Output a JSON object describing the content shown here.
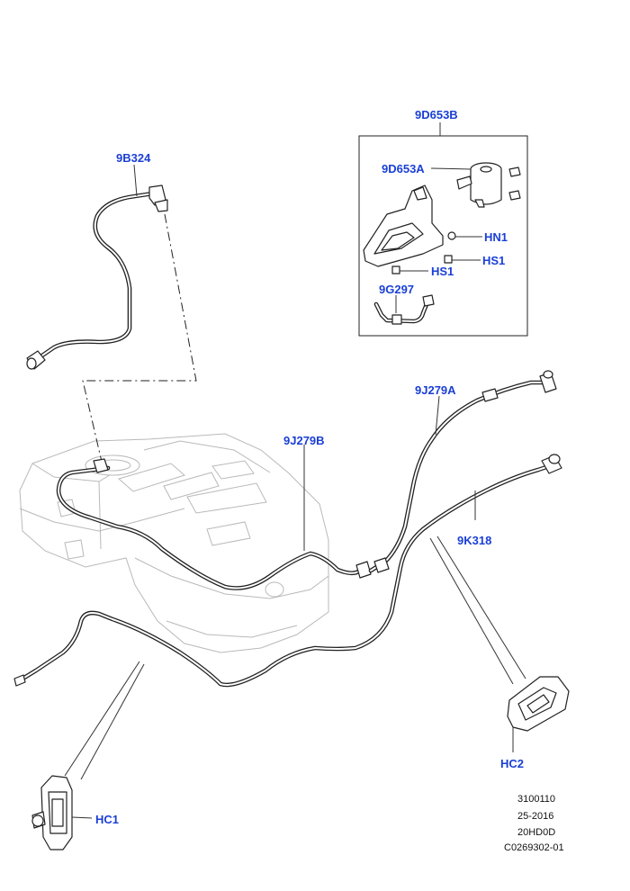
{
  "labels": {
    "pipe_9b324": "9B324",
    "canister_assembly": "9D653B",
    "canister": "9D653A",
    "nut_hn1": "HN1",
    "screw_hs1_right": "HS1",
    "screw_hs1_left": "HS1",
    "hose_9g297": "9G297",
    "pipe_9j279a": "9J279A",
    "pipe_9j279b": "9J279B",
    "pipe_9k318": "9K318",
    "clip_hc1": "HC1",
    "clip_hc2": "HC2"
  },
  "info_block": [
    "3100110",
    "25-2016",
    "20HD0D",
    "C0269302-01"
  ],
  "colors": {
    "callout": "#1a3fd6",
    "line": "#222222",
    "ghost": "#b9b9b9"
  }
}
